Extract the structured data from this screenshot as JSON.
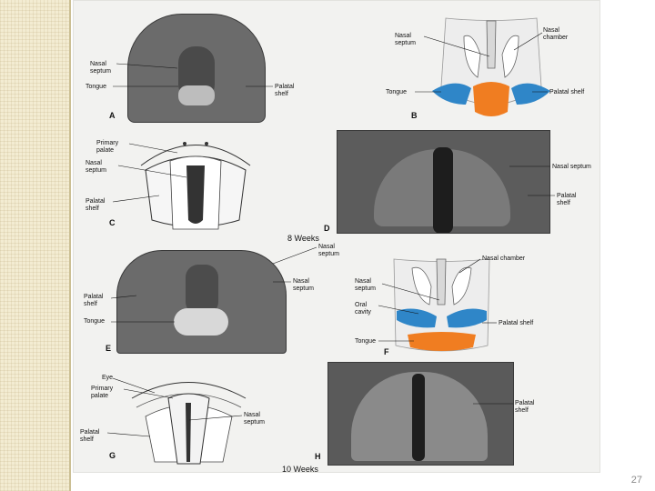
{
  "figure": {
    "panelA": {
      "letter": "A",
      "labels": {
        "nasal_septum": "Nasal septum",
        "tongue": "Tongue",
        "palatal_shelf": "Palatal shelf"
      }
    },
    "panelB": {
      "letter": "B",
      "labels": {
        "nasal_septum": "Nasal septum",
        "nasal_chamber": "Nasal chamber",
        "tongue": "Tongue",
        "palatal_shelf": "Palatal shelf"
      }
    },
    "panelC": {
      "letter": "C",
      "labels": {
        "primary_palate": "Primary palate",
        "nasal_septum": "Nasal septum",
        "palatal_shelf": "Palatal shelf"
      }
    },
    "panelD": {
      "letter": "D",
      "labels": {
        "nasal_septum": "Nasal septum",
        "palatal_shelf": "Palatal shelf"
      }
    },
    "caption_8": "8 Weeks",
    "panelE": {
      "letter": "E",
      "labels": {
        "nasal_septum_top": "Nasal septum",
        "palatal_shelf": "Palatal shelf",
        "tongue": "Tongue",
        "nasal_septum": "Nasal septum"
      }
    },
    "panelF": {
      "letter": "F",
      "labels": {
        "nasal_chamber": "Nasal chamber",
        "nasal_septum": "Nasal septum",
        "oral_cavity": "Oral cavity",
        "palatal_shelf": "Palatal shelf",
        "tongue": "Tongue"
      }
    },
    "panelG": {
      "letter": "G",
      "labels": {
        "eye": "Eye",
        "primary_palate": "Primary palate",
        "nasal_septum": "Nasal septum",
        "palatal_shelf": "Palatal shelf"
      }
    },
    "panelH": {
      "letter": "H",
      "labels": {
        "palatal_shelf": "Palatal shelf"
      }
    },
    "caption_10": "10 Weeks"
  },
  "colors": {
    "shelf_blue": "#2f86c8",
    "tongue_orange": "#f07d21"
  },
  "page_number": "27"
}
